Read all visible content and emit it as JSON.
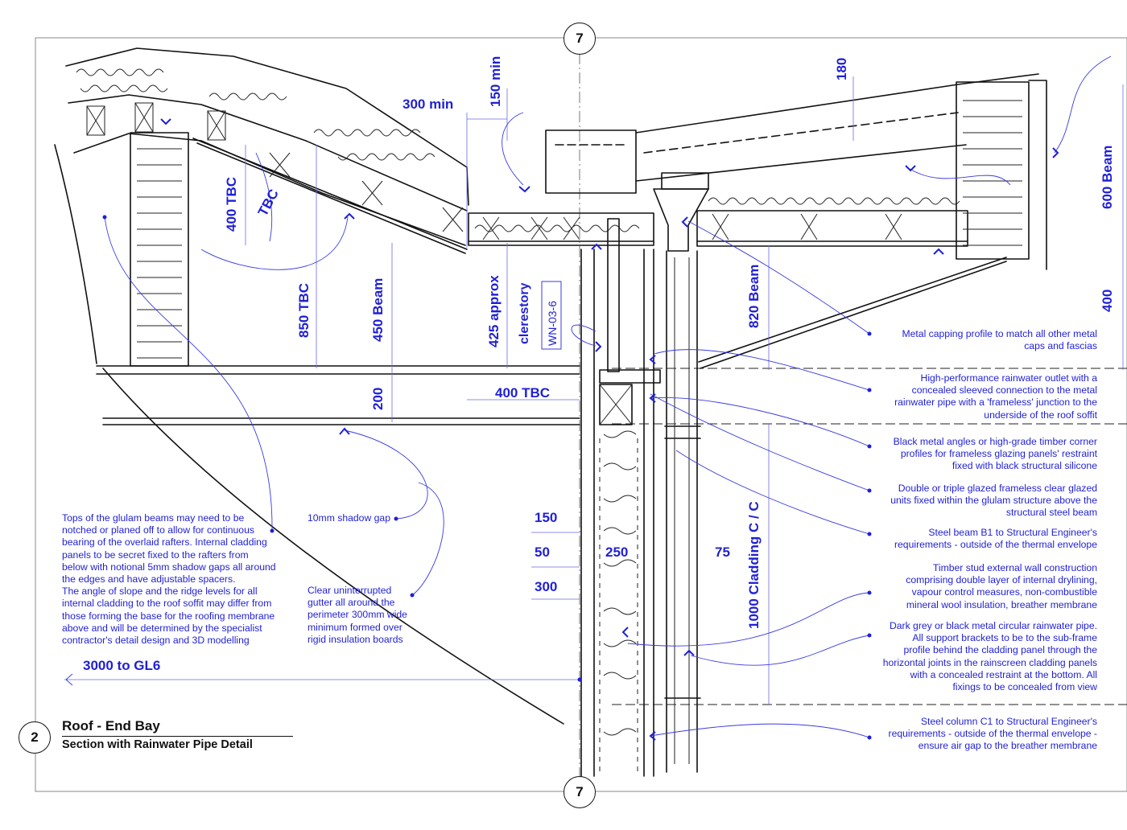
{
  "grid_refs": {
    "top": "7",
    "bottom": "7"
  },
  "detail": {
    "number": "2",
    "title": "Roof - End Bay",
    "subtitle": "Section with Rainwater Pipe Detail"
  },
  "dimensions": {
    "d_300min": "300 min",
    "d_150min": "150 min",
    "d_180": "180",
    "d_600beam": "600 Beam",
    "d_400": "400",
    "d_400tbc_v": "400 TBC",
    "d_tbc": "TBC",
    "d_850tbc": "850 TBC",
    "d_450beam": "450 Beam",
    "d_200": "200",
    "d_425": "425 approx",
    "d_clerestory": "clerestory",
    "d_wn": "WN-03-6",
    "d_400tbc_h": "400 TBC",
    "d_820beam": "820 Beam",
    "d_150": "150",
    "d_50": "50",
    "d_250": "250",
    "d_75": "75",
    "d_300": "300",
    "d_1000": "1000 Cladding C / C",
    "d_3000": "3000 to GL6"
  },
  "notes_left": {
    "glulam": "Tops of the glulam beams may need to be\nnotched or planed off to allow for continuous\nbearing of the overlaid rafters. Internal cladding\npanels to be secret fixed to the rafters from\nbelow with notional 5mm shadow gaps all around\nthe edges and have adjustable spacers.\nThe angle of slope and the ridge levels for all\ninternal cladding to the roof soffit may differ from\nthose forming the base for the roofing membrane\nabove and will be determined by the specialist\ncontractor's detail design and 3D modelling",
    "shadow_gap": "10mm shadow gap",
    "gutter": "Clear uninterrupted\ngutter all around the\nperimeter 300mm wide\nminimum formed over\nrigid insulation boards"
  },
  "notes_right": {
    "capping": "Metal capping profile to match all other metal\ncaps and fascias",
    "outlet": "High-performance rainwater outlet with a\nconcealed sleeved connection to the metal\nrainwater pipe with a 'frameless' junction to the\nunderside of the roof soffit",
    "angles": "Black metal angles or high-grade timber corner\nprofiles for frameless glazing panels' restraint\nfixed with black structural silicone",
    "glazing": "Double or triple glazed frameless clear glazed\nunits fixed within the glulam structure above the\nstructural steel beam",
    "beam": "Steel beam B1 to Structural Engineer's\nrequirements - outside of the thermal envelope",
    "stud": "Timber stud external wall construction\ncomprising double layer of internal drylining,\nvapour control measures, non-combustible\nmineral wool insulation, breather membrane",
    "pipe": "Dark grey or black metal circular rainwater pipe.\nAll support brackets to be to the sub-frame\nprofile behind the cladding panel through the\nhorizontal joints in the rainscreen cladding panels\nwith a concealed restraint at the bottom. All\nfixings to be concealed from view",
    "column": "Steel column C1 to Structural Engineer's\nrequirements - outside of the thermal envelope -\nensure air gap to the breather membrane"
  },
  "colors": {
    "annotation": "#1f1fd6",
    "ink": "#111111"
  }
}
